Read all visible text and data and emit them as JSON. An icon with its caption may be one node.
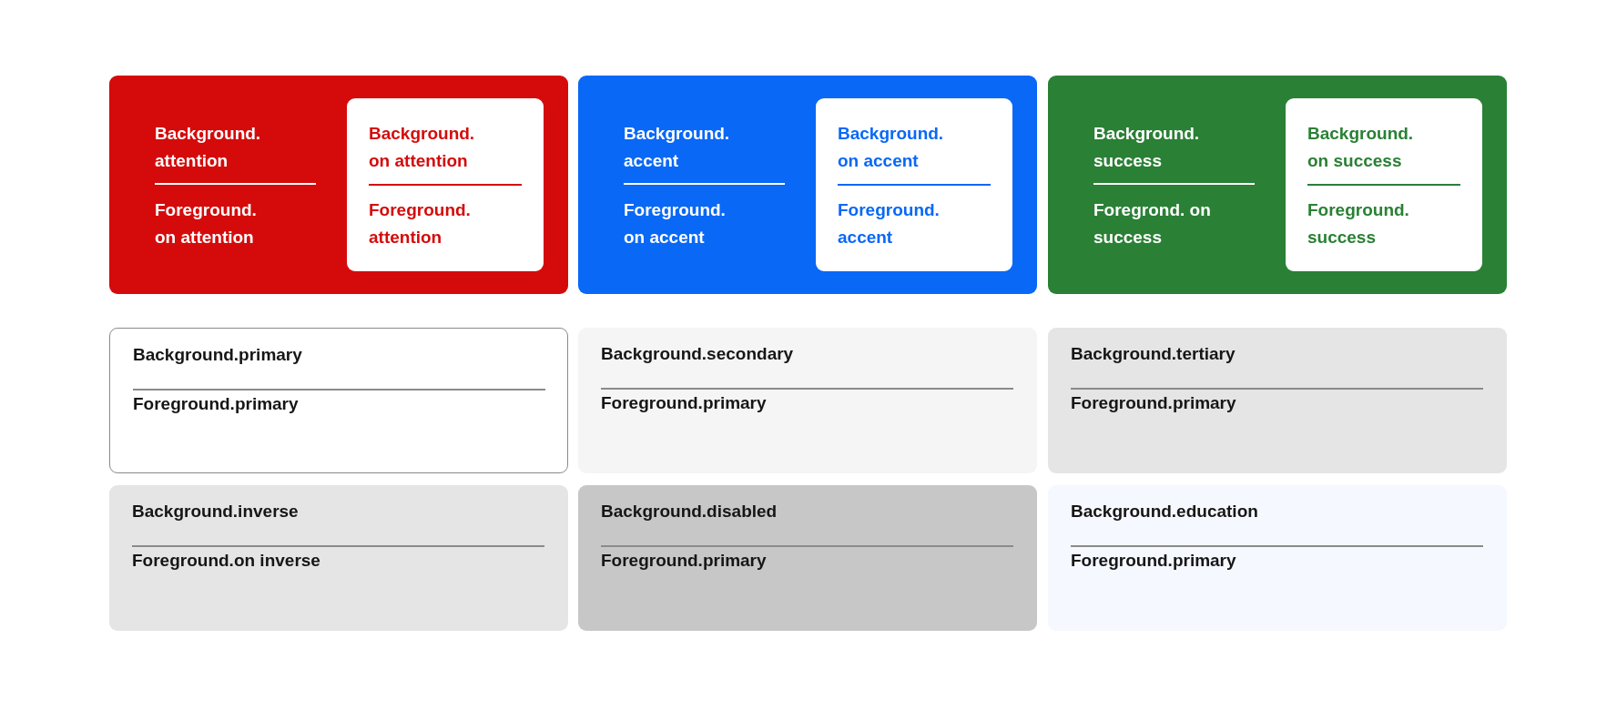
{
  "diagram": {
    "nodes": [
      {
        "text": [
          "Background. attention",
          "Foreground. on attention"
        ]
      },
      {
        "text": [
          "Background. on attention",
          "Foreground. attention"
        ],
        "in": 0
      },
      {
        "text": [
          "Background. accent",
          "Foreground. on accent"
        ]
      },
      {
        "text": [
          "Background. on accent",
          "Foreground. accent"
        ],
        "in": 2
      },
      {
        "text": [
          "Background. success",
          "Foregrond. on success"
        ]
      },
      {
        "text": [
          "Background. on success",
          "Foreground. success"
        ],
        "in": 4
      },
      {
        "text": [
          "Background.primary",
          "Foreground.primary"
        ]
      },
      {
        "text": [
          "Background.secondary",
          "Foreground.primary"
        ]
      },
      {
        "text": [
          "Background.tertiary",
          "Foreground.primary"
        ]
      },
      {
        "text": [
          "Background.inverse",
          "Foreground.on inverse"
        ]
      },
      {
        "text": [
          "Background.disabled",
          "Foreground.primary"
        ]
      },
      {
        "text": [
          "Background.education",
          "Foreground.primary"
        ]
      }
    ]
  }
}
